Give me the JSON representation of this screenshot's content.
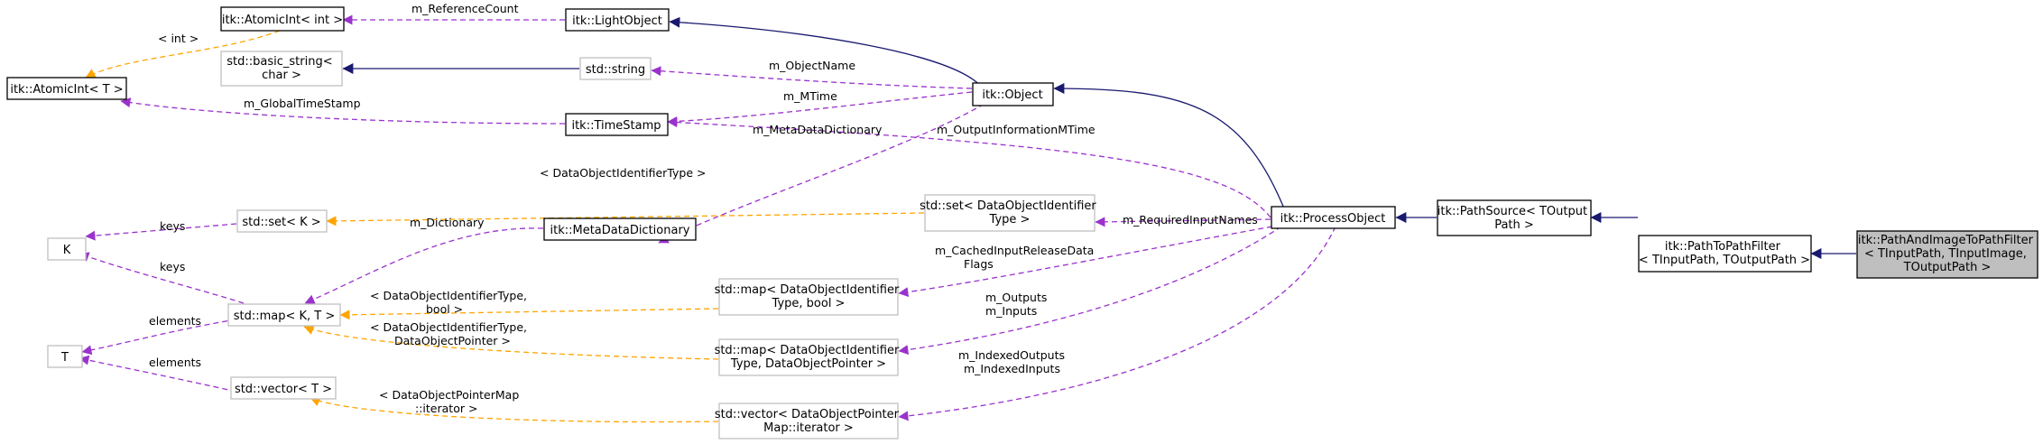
{
  "diagram": {
    "nodes": {
      "atomicint_int": [
        "itk::AtomicInt< int >"
      ],
      "lightobject": [
        "itk::LightObject"
      ],
      "basic_string": [
        "std::basic_string<",
        "char >"
      ],
      "string": [
        "std::string"
      ],
      "object": [
        "itk::Object"
      ],
      "atomicint_t": [
        "itk::AtomicInt< T >"
      ],
      "timestamp": [
        "itk::TimeStamp"
      ],
      "set_k": [
        "std::set< K >"
      ],
      "set_doi": [
        "std::set< DataObjectIdentifier",
        "Type >"
      ],
      "processobject": [
        "itk::ProcessObject"
      ],
      "pathsource": [
        "itk::PathSource< TOutput",
        "Path >"
      ],
      "pathtopath": [
        "itk::PathToPathFilter",
        "< TInputPath, TOutputPath >"
      ],
      "pathandimage": [
        "itk::PathAndImageToPathFilter",
        "< TInputPath, TInputImage,",
        "TOutputPath >"
      ],
      "k": [
        "K"
      ],
      "metadatadictionary": [
        "itk::MetaDataDictionary"
      ],
      "map_kt": [
        "std::map< K, T >"
      ],
      "map_bool": [
        "std::map< DataObjectIdentifier",
        "Type, bool >"
      ],
      "t": [
        "T"
      ],
      "map_dop": [
        "std::map< DataObjectIdentifier",
        "Type, DataObjectPointer >"
      ],
      "vector_t": [
        "std::vector< T >"
      ],
      "vector_dop": [
        "std::vector< DataObjectPointer",
        "Map::iterator >"
      ]
    },
    "edge_labels": {
      "reference_count": [
        "m_ReferenceCount"
      ],
      "int_arg": [
        "< int >"
      ],
      "object_name": [
        "m_ObjectName"
      ],
      "mtime": [
        "m_MTime"
      ],
      "global_timestamp": [
        "m_GlobalTimeStamp"
      ],
      "metadatadictionary": [
        "m_MetaDataDictionary"
      ],
      "output_info_mtime": [
        "m_OutputInformationMTime"
      ],
      "doi_type": [
        "< DataObjectIdentifierType >"
      ],
      "required_input_names": [
        "m_RequiredInputNames"
      ],
      "keys_set": [
        "keys"
      ],
      "dictionary": [
        "m_Dictionary"
      ],
      "cached_release": [
        "m_CachedInputReleaseData",
        "Flags"
      ],
      "keys_map": [
        "keys"
      ],
      "doi_bool": [
        "< DataObjectIdentifierType,",
        "bool >"
      ],
      "outputs_inputs": [
        "m_Outputs",
        "m_Inputs"
      ],
      "elements_map": [
        "elements"
      ],
      "doi_dop": [
        "< DataObjectIdentifierType,",
        "DataObjectPointer >"
      ],
      "indexed": [
        "m_IndexedOutputs",
        "m_IndexedInputs"
      ],
      "elements_vector": [
        "elements"
      ],
      "dop_iterator": [
        "< DataObjectPointerMap",
        "::iterator >"
      ]
    }
  }
}
